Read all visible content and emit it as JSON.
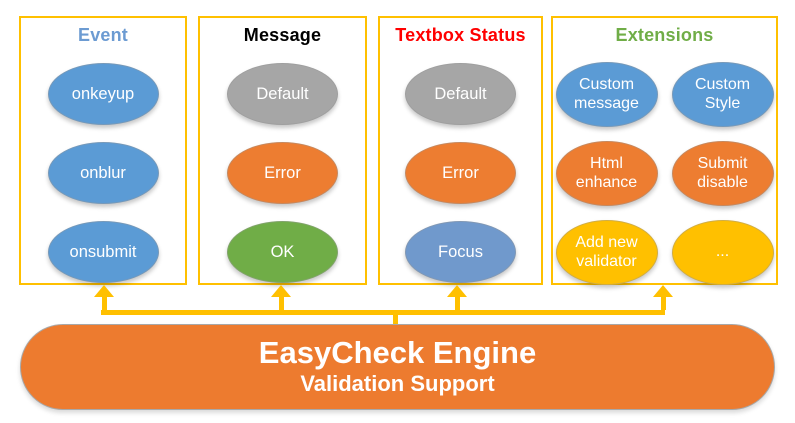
{
  "colors": {
    "accent_gold": "#FFC000",
    "blue": "#5B9BD5",
    "focus_blue": "#7099CC",
    "gray": "#A6A6A6",
    "orange": "#ED7D31",
    "green": "#70AD47",
    "engine_orange": "#ED7B2F"
  },
  "panels": [
    {
      "title": "Event",
      "title_color": "#6C9BD2",
      "items": [
        {
          "label": "onkeyup",
          "color": "#5B9BD5"
        },
        {
          "label": "onblur",
          "color": "#5B9BD5"
        },
        {
          "label": "onsubmit",
          "color": "#5B9BD5"
        }
      ]
    },
    {
      "title": "Message",
      "title_color": "#000000",
      "items": [
        {
          "label": "Default",
          "color": "#A6A6A6"
        },
        {
          "label": "Error",
          "color": "#ED7D31"
        },
        {
          "label": "OK",
          "color": "#70AD47"
        }
      ]
    },
    {
      "title": "Textbox Status",
      "title_color": "#FF0000",
      "items": [
        {
          "label": "Default",
          "color": "#A6A6A6"
        },
        {
          "label": "Error",
          "color": "#ED7D31"
        },
        {
          "label": "Focus",
          "color": "#7099CC"
        }
      ]
    },
    {
      "title": "Extensions",
      "title_color": "#70AD47",
      "items": [
        {
          "label": "Custom message",
          "color": "#5B9BD5"
        },
        {
          "label": "Custom Style",
          "color": "#5B9BD5"
        },
        {
          "label": "Html enhance",
          "color": "#ED7D31"
        },
        {
          "label": "Submit disable",
          "color": "#ED7D31"
        },
        {
          "label": "Add new validator",
          "color": "#FFC000"
        },
        {
          "label": "...",
          "color": "#FFC000"
        }
      ]
    }
  ],
  "engine": {
    "title": "EasyCheck Engine",
    "subtitle": "Validation Support"
  },
  "connector": {
    "color": "#FFC000"
  }
}
